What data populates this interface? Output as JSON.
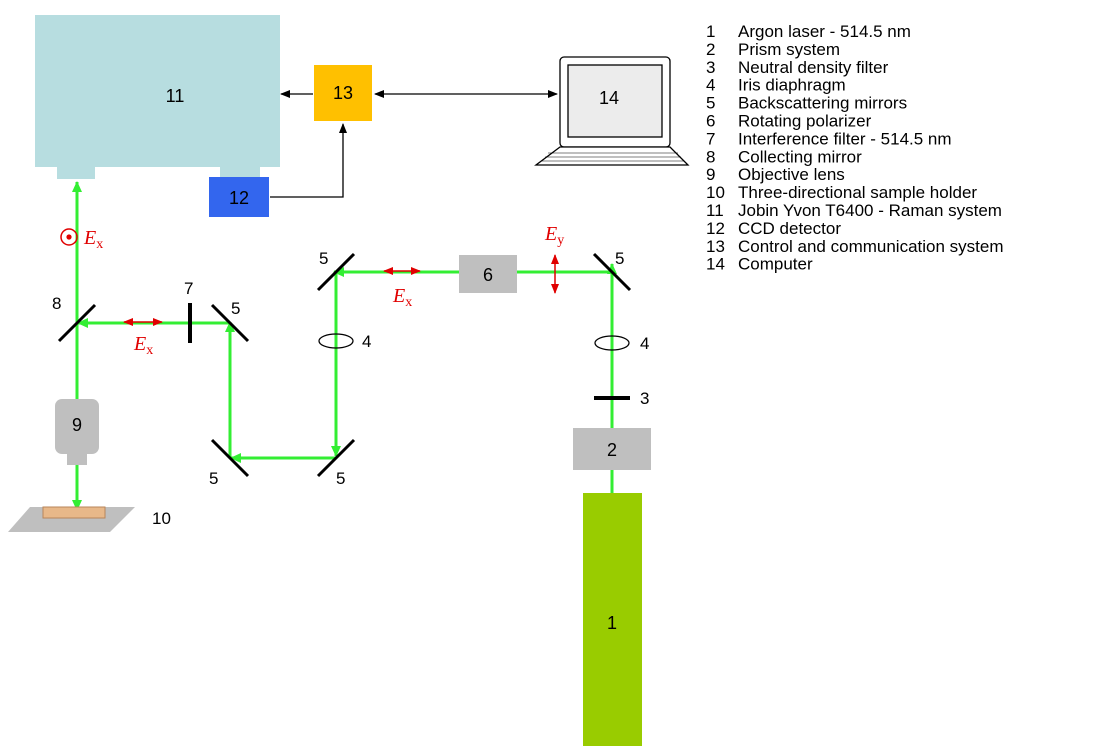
{
  "components": {
    "spectrometer": "11",
    "ccd": "12",
    "control": "13",
    "computer": "14",
    "laser": "1",
    "prism": "2",
    "nd_filter": "3",
    "iris": "4",
    "mirror": "5",
    "polarizer": "6",
    "interference_filter": "7",
    "collecting_mirror": "8",
    "objective": "9",
    "sample_holder": "10"
  },
  "polarization": {
    "e_symbol": "E",
    "x": "x",
    "y": "y"
  },
  "legend": [
    {
      "num": "1",
      "text": "Argon laser - 514.5 nm"
    },
    {
      "num": "2",
      "text": "Prism system"
    },
    {
      "num": "3",
      "text": "Neutral density filter"
    },
    {
      "num": "4",
      "text": "Iris diaphragm"
    },
    {
      "num": "5",
      "text": "Backscattering mirrors"
    },
    {
      "num": "6",
      "text": "Rotating polarizer"
    },
    {
      "num": "7",
      "text": "Interference filter - 514.5 nm"
    },
    {
      "num": "8",
      "text": "Collecting mirror"
    },
    {
      "num": "9",
      "text": "Objective lens"
    },
    {
      "num": "10",
      "text": "Three-directional sample holder"
    },
    {
      "num": "11",
      "text": "Jobin Yvon T6400 - Raman system"
    },
    {
      "num": "12",
      "text": "CCD detector"
    },
    {
      "num": "13",
      "text": "Control and communication system"
    },
    {
      "num": "14",
      "text": "Computer"
    }
  ],
  "colors": {
    "beam": "#33ee33",
    "polarization": "#e00000",
    "spectrometer": "#b7dde0",
    "ccd": "#3366ee",
    "control": "#ffc000",
    "laser": "#99cc00",
    "optic_gray": "#bfbfbf"
  }
}
